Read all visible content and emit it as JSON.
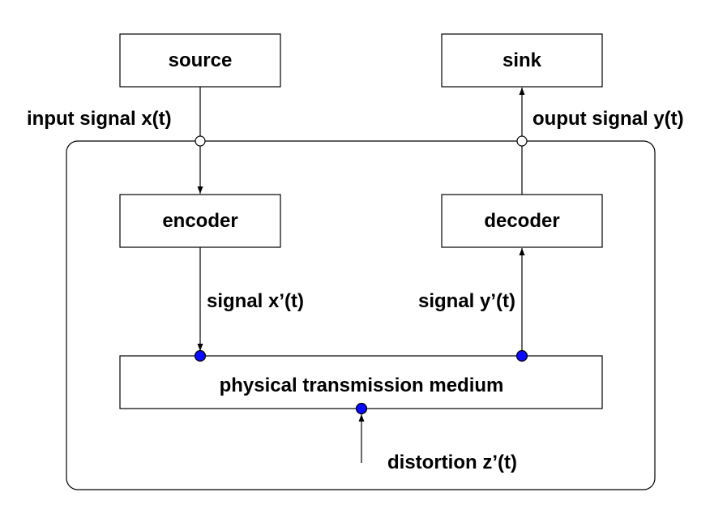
{
  "blocks": {
    "source": "source",
    "sink": "sink",
    "encoder": "encoder",
    "decoder": "decoder",
    "medium": "physical transmission medium"
  },
  "signals": {
    "input": "input signal x(t)",
    "output": "ouput signal y(t)",
    "encoded": "signal x’(t)",
    "received": "signal y’(t)",
    "distortion": "distortion z’(t)"
  },
  "colors": {
    "filled_port": "#0a0aff",
    "open_port": "#ffffff",
    "stroke": "#000000"
  }
}
